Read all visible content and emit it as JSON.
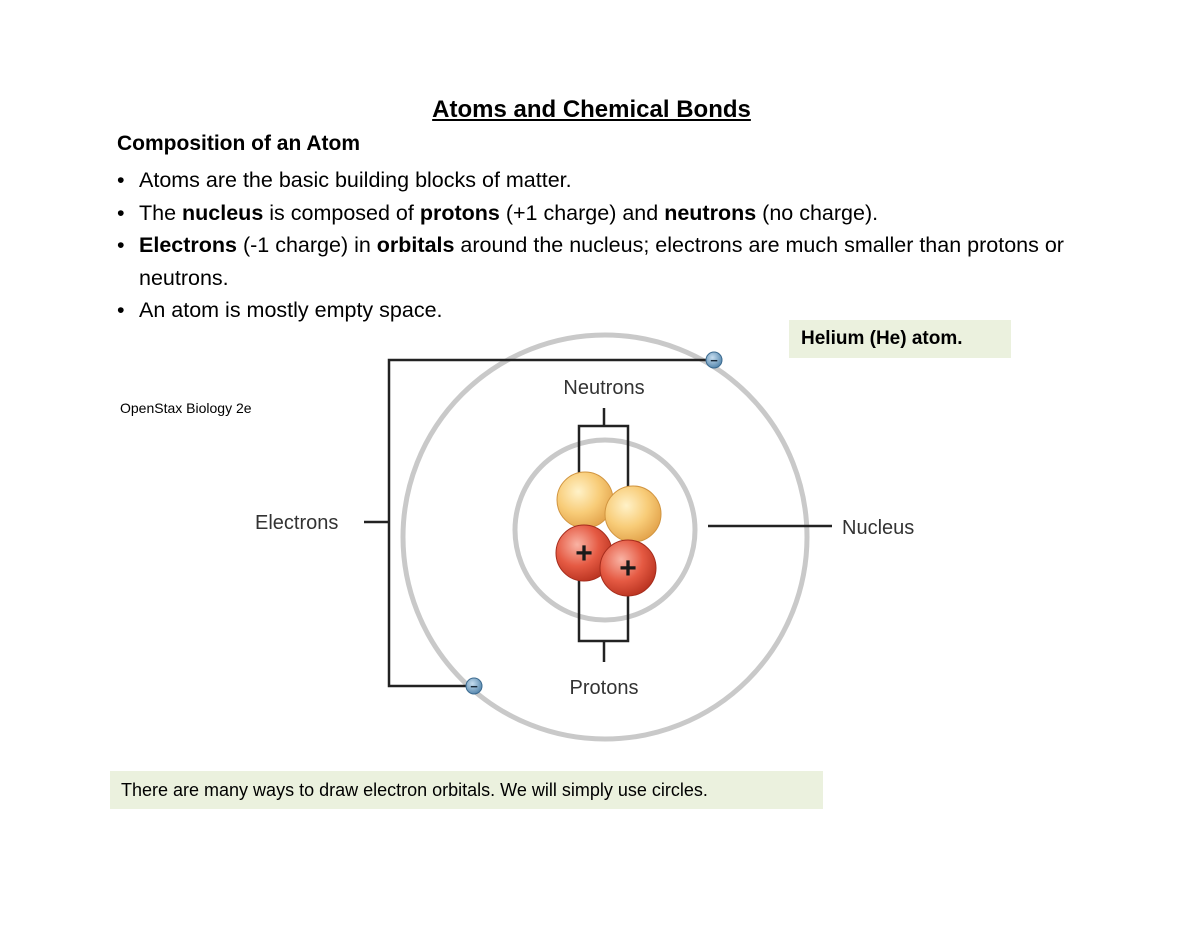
{
  "title": "Atoms and Chemical Bonds",
  "subheading": "Composition of an Atom",
  "bullet_char": "•",
  "bullets": {
    "b1": {
      "text": "Atoms are the basic building blocks of matter."
    },
    "b2": {
      "t1": "The ",
      "nucleus": "nucleus",
      "t2": " is composed of ",
      "protons": "protons",
      "t3": " (+1 charge) and ",
      "neutrons": "neutrons",
      "t4": " (no charge)."
    },
    "b3": {
      "electrons": "Electrons",
      "t1": " (-1 charge) in ",
      "orbitals": "orbitals",
      "t2": " around the nucleus; electrons are much smaller than protons or neutrons."
    },
    "b4": {
      "text": "An atom is mostly empty space."
    }
  },
  "callout_helium": "Helium (He) atom.",
  "credit": "OpenStax Biology 2e",
  "diagram": {
    "label_neutrons": "Neutrons",
    "label_protons": "Protons",
    "label_electrons": "Electrons",
    "label_nucleus": "Nucleus",
    "proton_symbol": "+",
    "electron_symbol": "−",
    "colors": {
      "orbital": "#c9c9c9",
      "neutron": "#f7c46e",
      "proton": "#e2513d",
      "electron": "#5d8fb5",
      "leader": "#222222"
    }
  },
  "callout_note": "There are many ways to draw electron orbitals.  We will simply use circles."
}
